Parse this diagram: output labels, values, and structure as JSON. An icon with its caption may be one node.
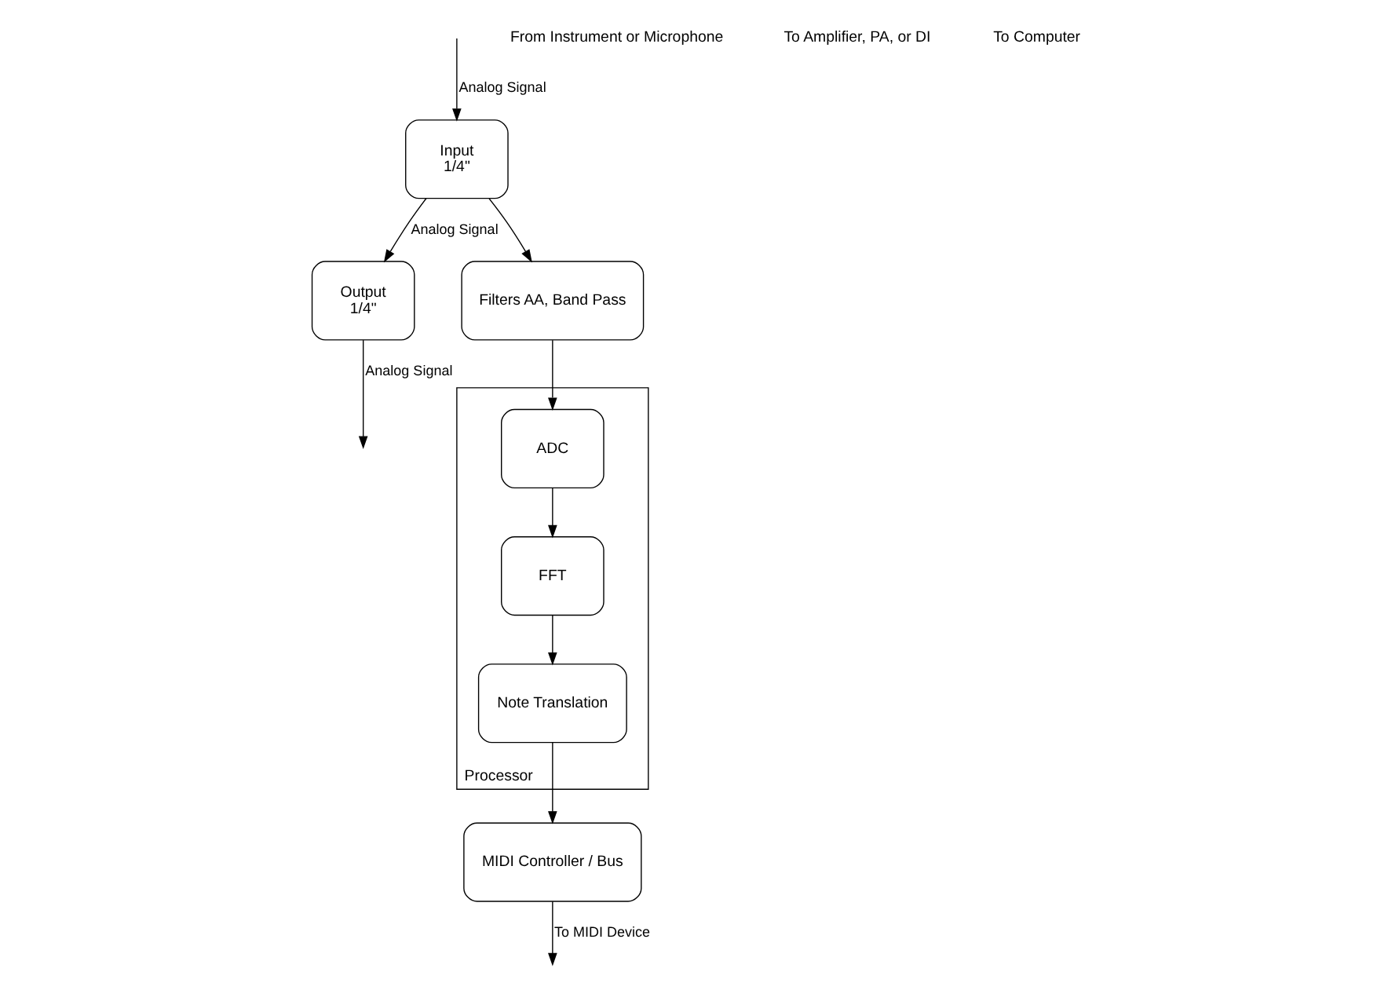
{
  "diagram": {
    "nodes": [
      {
        "text": [
          "Input",
          "1/4\""
        ]
      },
      {
        "text": [
          "Output",
          "1/4\""
        ]
      },
      {
        "text": [
          "Filters AA, Band Pass"
        ]
      },
      {
        "text": [
          "Processor"
        ]
      },
      {
        "text": [
          "FFT"
        ],
        "in": 3
      },
      {
        "text": [
          "ADC"
        ],
        "in": 3
      },
      {
        "text": [
          "Note Translation"
        ],
        "in": 3
      },
      {
        "text": [
          "MIDI Controller / Bus"
        ]
      }
    ],
    "edges": [
      {
        "from": null,
        "to": 0,
        "arrow": "to",
        "label": "Analog Signal"
      },
      {
        "from": 0,
        "to": 1,
        "arrow": "to",
        "label": "Analog Signal"
      },
      {
        "from": 1,
        "to": null,
        "arrow": "to",
        "label": "Analog Signal"
      },
      {
        "from": 0,
        "to": 2,
        "arrow": "to"
      },
      {
        "from": 2,
        "to": 5,
        "arrow": "to"
      },
      {
        "from": 5,
        "to": 4,
        "arrow": "to"
      },
      {
        "from": 4,
        "to": 6,
        "arrow": "to"
      },
      {
        "from": 6,
        "to": 7,
        "arrow": "to"
      },
      {
        "from": 7,
        "to": null,
        "arrow": "to",
        "label": "To MIDI Device"
      }
    ],
    "labels": [
      "From Instrument or Microphone",
      "To Amplifier, PA, or DI",
      "To Computer"
    ]
  }
}
